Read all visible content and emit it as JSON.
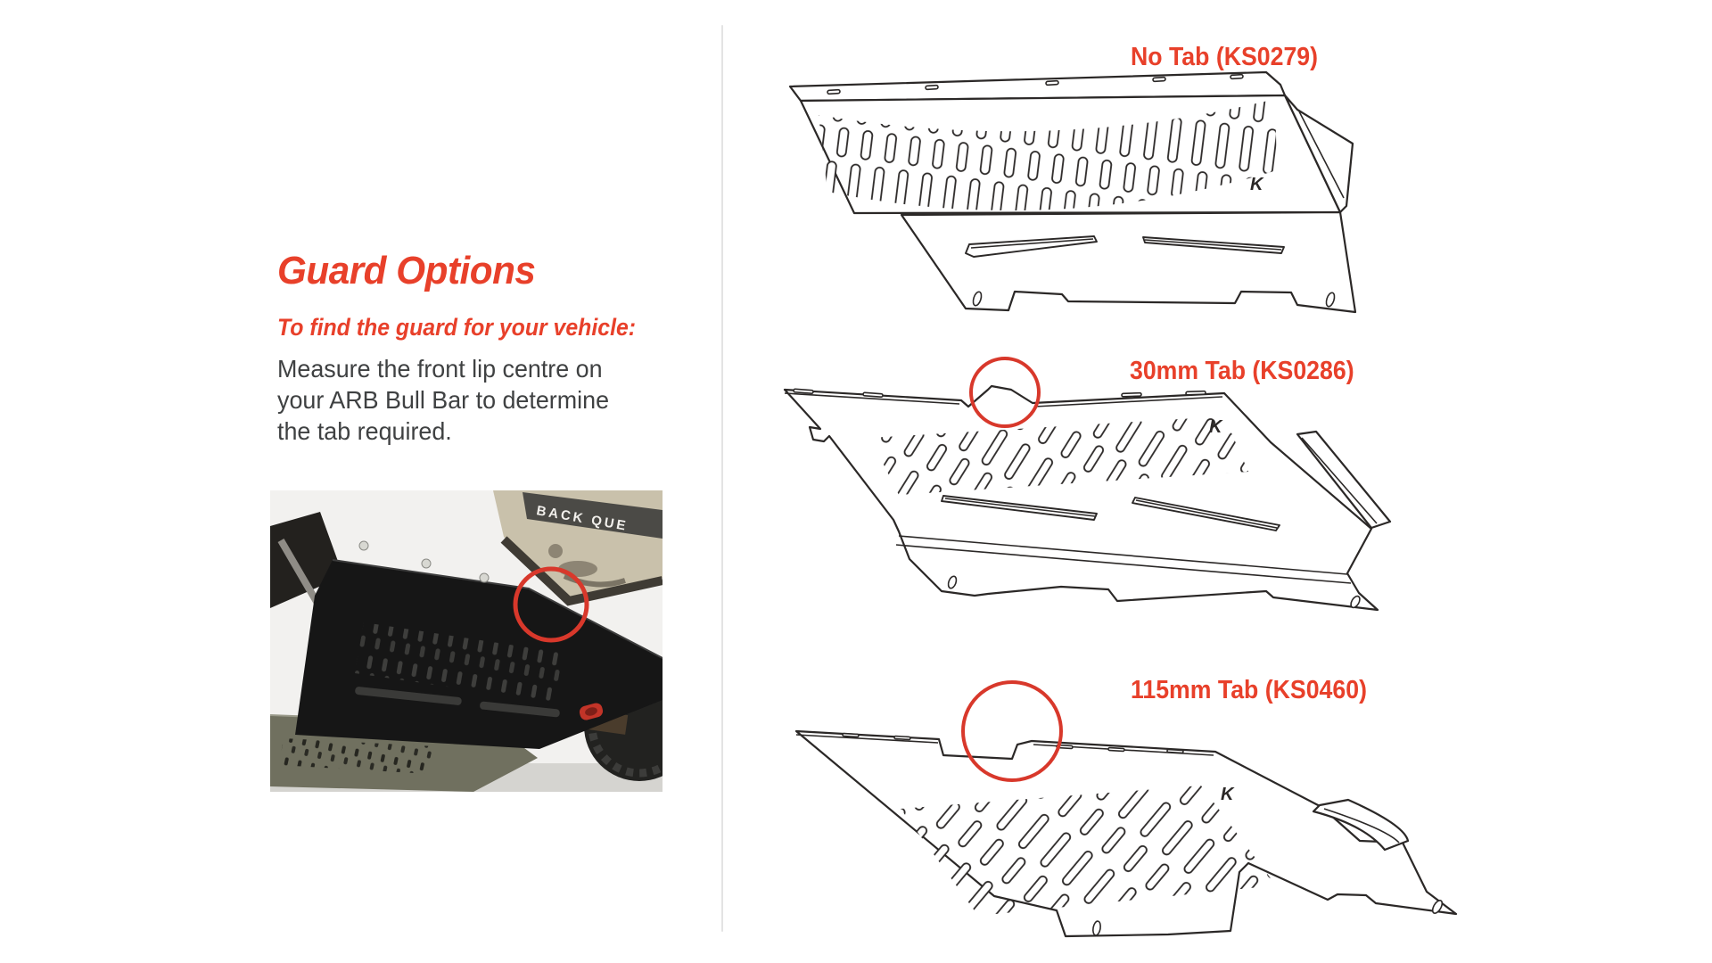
{
  "colors": {
    "accent_red": "#e8402a",
    "annotation_red": "#d8382b",
    "text_dark": "#3f4142",
    "line_art": "#2b2827",
    "divider": "#e3e3e3"
  },
  "left_panel": {
    "heading": "Guard Options",
    "subheading": "To find the guard for your vehicle:",
    "body_lines": [
      "Measure the front lip centre on",
      "your ARB Bull Bar to determine",
      "the tab required."
    ],
    "photo": {
      "banner_text": "BACK QUE"
    }
  },
  "right_panel": {
    "logo_mark": "K",
    "guards": [
      {
        "label": "No Tab (KS0279)",
        "highlight_circle": false
      },
      {
        "label": "30mm Tab (KS0286)",
        "highlight_circle": true
      },
      {
        "label": "115mm Tab (KS0460)",
        "highlight_circle": true
      }
    ]
  }
}
